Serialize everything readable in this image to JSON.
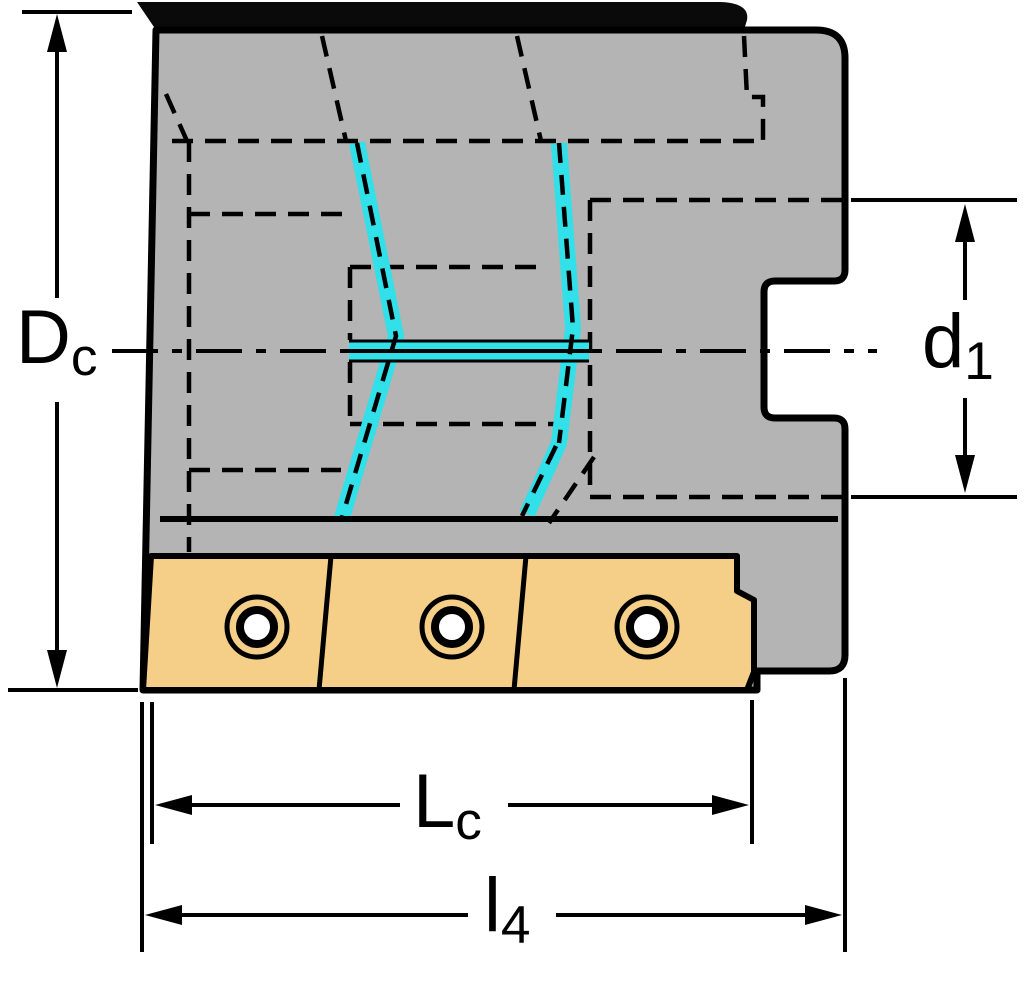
{
  "diagram": {
    "title": "Indexable face milling cutter - side view dimensional drawing",
    "labels": {
      "dc": {
        "symbol": "D",
        "subscript": "c"
      },
      "d1": {
        "symbol": "d",
        "subscript": "1"
      },
      "lc": {
        "symbol": "L",
        "subscript": "c"
      },
      "l4": {
        "symbol": "l",
        "subscript": "4"
      }
    },
    "colors": {
      "body_gray": "#b4b4b4",
      "insert_tan": "#f5cf88",
      "highlight_cyan": "#31e0e8",
      "line_black": "#000000",
      "hole_white": "#ffffff",
      "cap_black": "#0a0a0a"
    }
  }
}
